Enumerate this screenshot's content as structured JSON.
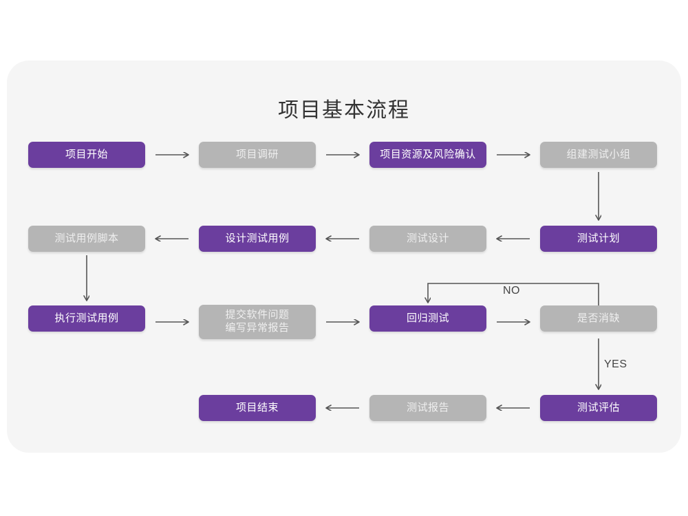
{
  "chart_data": {
    "type": "diagram",
    "title": "项目基本流程",
    "nodes": [
      {
        "id": "n1",
        "label": "项目开始",
        "style": "purple",
        "row": 1,
        "col": 1
      },
      {
        "id": "n2",
        "label": "项目调研",
        "style": "gray",
        "row": 1,
        "col": 2
      },
      {
        "id": "n3",
        "label": "项目资源及风险确认",
        "style": "purple",
        "row": 1,
        "col": 3
      },
      {
        "id": "n4",
        "label": "组建测试小组",
        "style": "gray",
        "row": 1,
        "col": 4
      },
      {
        "id": "n5",
        "label": "测试用例脚本",
        "style": "gray",
        "row": 2,
        "col": 1
      },
      {
        "id": "n6",
        "label": "设计测试用例",
        "style": "purple",
        "row": 2,
        "col": 2
      },
      {
        "id": "n7",
        "label": "测试设计",
        "style": "gray",
        "row": 2,
        "col": 3
      },
      {
        "id": "n8",
        "label": "测试计划",
        "style": "purple",
        "row": 2,
        "col": 4
      },
      {
        "id": "n9",
        "label": "执行测试用例",
        "style": "purple",
        "row": 3,
        "col": 1
      },
      {
        "id": "n10",
        "label": "提交软件问题\n编写异常报告",
        "style": "gray",
        "row": 3,
        "col": 2
      },
      {
        "id": "n11",
        "label": "回归测试",
        "style": "purple",
        "row": 3,
        "col": 3
      },
      {
        "id": "n12",
        "label": "是否消缺",
        "style": "gray",
        "row": 3,
        "col": 4
      },
      {
        "id": "n13",
        "label": "项目结束",
        "style": "purple",
        "row": 4,
        "col": 2
      },
      {
        "id": "n14",
        "label": "测试报告",
        "style": "gray",
        "row": 4,
        "col": 3
      },
      {
        "id": "n15",
        "label": "测试评估",
        "style": "purple",
        "row": 4,
        "col": 4
      }
    ],
    "edges": [
      {
        "from": "n1",
        "to": "n2",
        "label": "",
        "dir": "right"
      },
      {
        "from": "n2",
        "to": "n3",
        "label": "",
        "dir": "right"
      },
      {
        "from": "n3",
        "to": "n4",
        "label": "",
        "dir": "right"
      },
      {
        "from": "n4",
        "to": "n8",
        "label": "",
        "dir": "down"
      },
      {
        "from": "n8",
        "to": "n7",
        "label": "",
        "dir": "left"
      },
      {
        "from": "n7",
        "to": "n6",
        "label": "",
        "dir": "left"
      },
      {
        "from": "n6",
        "to": "n5",
        "label": "",
        "dir": "left"
      },
      {
        "from": "n5",
        "to": "n9",
        "label": "",
        "dir": "down"
      },
      {
        "from": "n9",
        "to": "n10",
        "label": "",
        "dir": "right"
      },
      {
        "from": "n10",
        "to": "n11",
        "label": "",
        "dir": "right"
      },
      {
        "from": "n11",
        "to": "n12",
        "label": "",
        "dir": "right"
      },
      {
        "from": "n12",
        "to": "n11",
        "label": "NO",
        "dir": "loop-up-left"
      },
      {
        "from": "n12",
        "to": "n15",
        "label": "YES",
        "dir": "down"
      },
      {
        "from": "n15",
        "to": "n14",
        "label": "",
        "dir": "left"
      },
      {
        "from": "n14",
        "to": "n13",
        "label": "",
        "dir": "left"
      }
    ],
    "edge_labels": {
      "no": "NO",
      "yes": "YES"
    },
    "colors": {
      "purple": "#6b3e9e",
      "gray": "#b5b5b5",
      "panel_background": "#f5f5f5",
      "page_background": "#ffffff",
      "arrow": "#555555",
      "title_text": "#333333",
      "purple_text": "#ffffff",
      "gray_text": "#efefef"
    }
  }
}
